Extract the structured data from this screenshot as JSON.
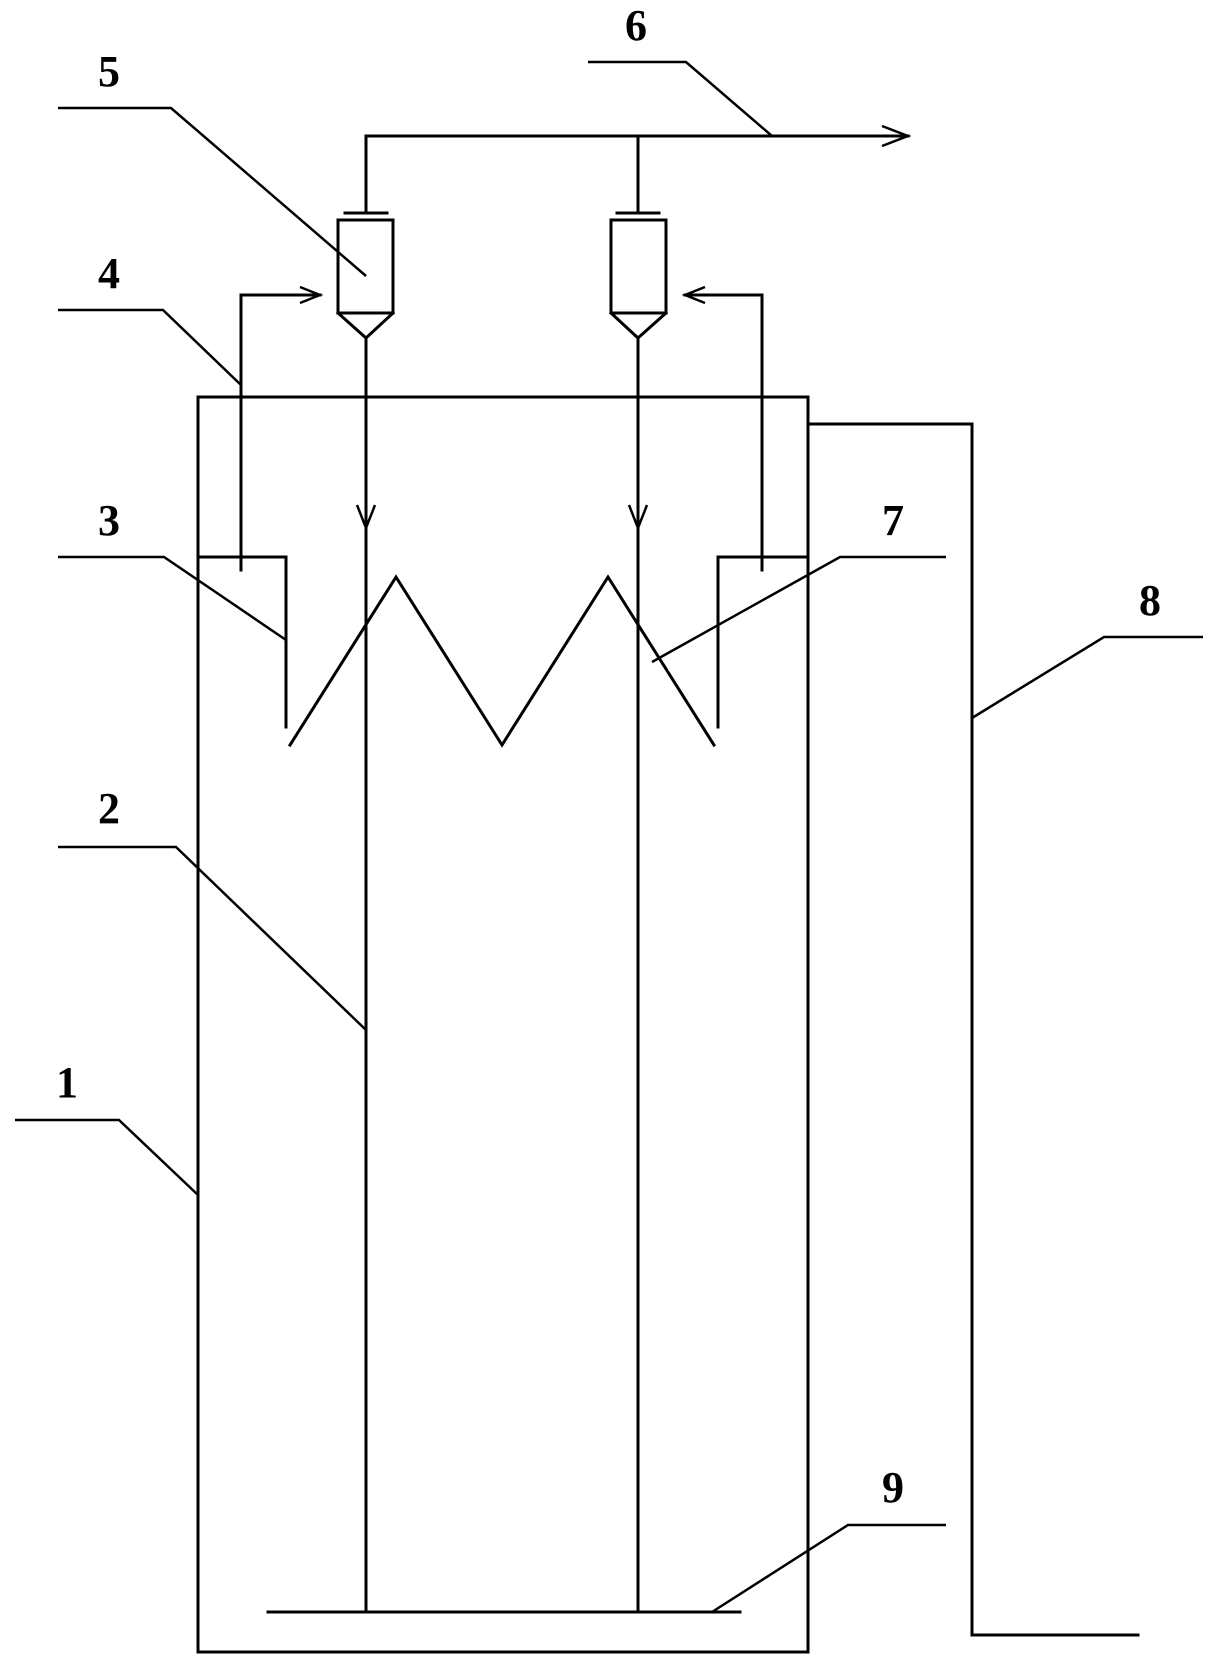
{
  "diagram": {
    "labels": {
      "n1": "1",
      "n2": "2",
      "n3": "3",
      "n4": "4",
      "n5": "5",
      "n6": "6",
      "n7": "7",
      "n8": "8",
      "n9": "9"
    },
    "line_color": "#000000",
    "background_color": "#ffffff"
  }
}
